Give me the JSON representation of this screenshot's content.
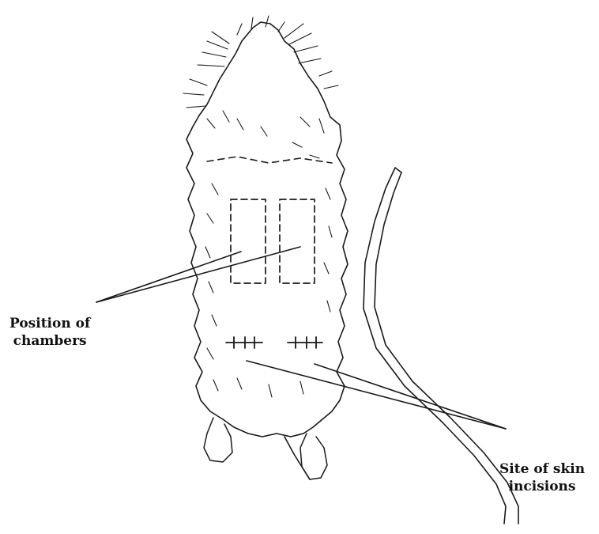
{
  "labels": {
    "chambers": {
      "line1": "Position of",
      "line2": "chambers"
    },
    "incisions": {
      "line1": "Site of skin",
      "line2": "incisions"
    }
  },
  "colors": {
    "ink": "#1a1a1a",
    "background": "#ffffff"
  },
  "figure": {
    "subject": "rat-dorsal-view-outline"
  }
}
